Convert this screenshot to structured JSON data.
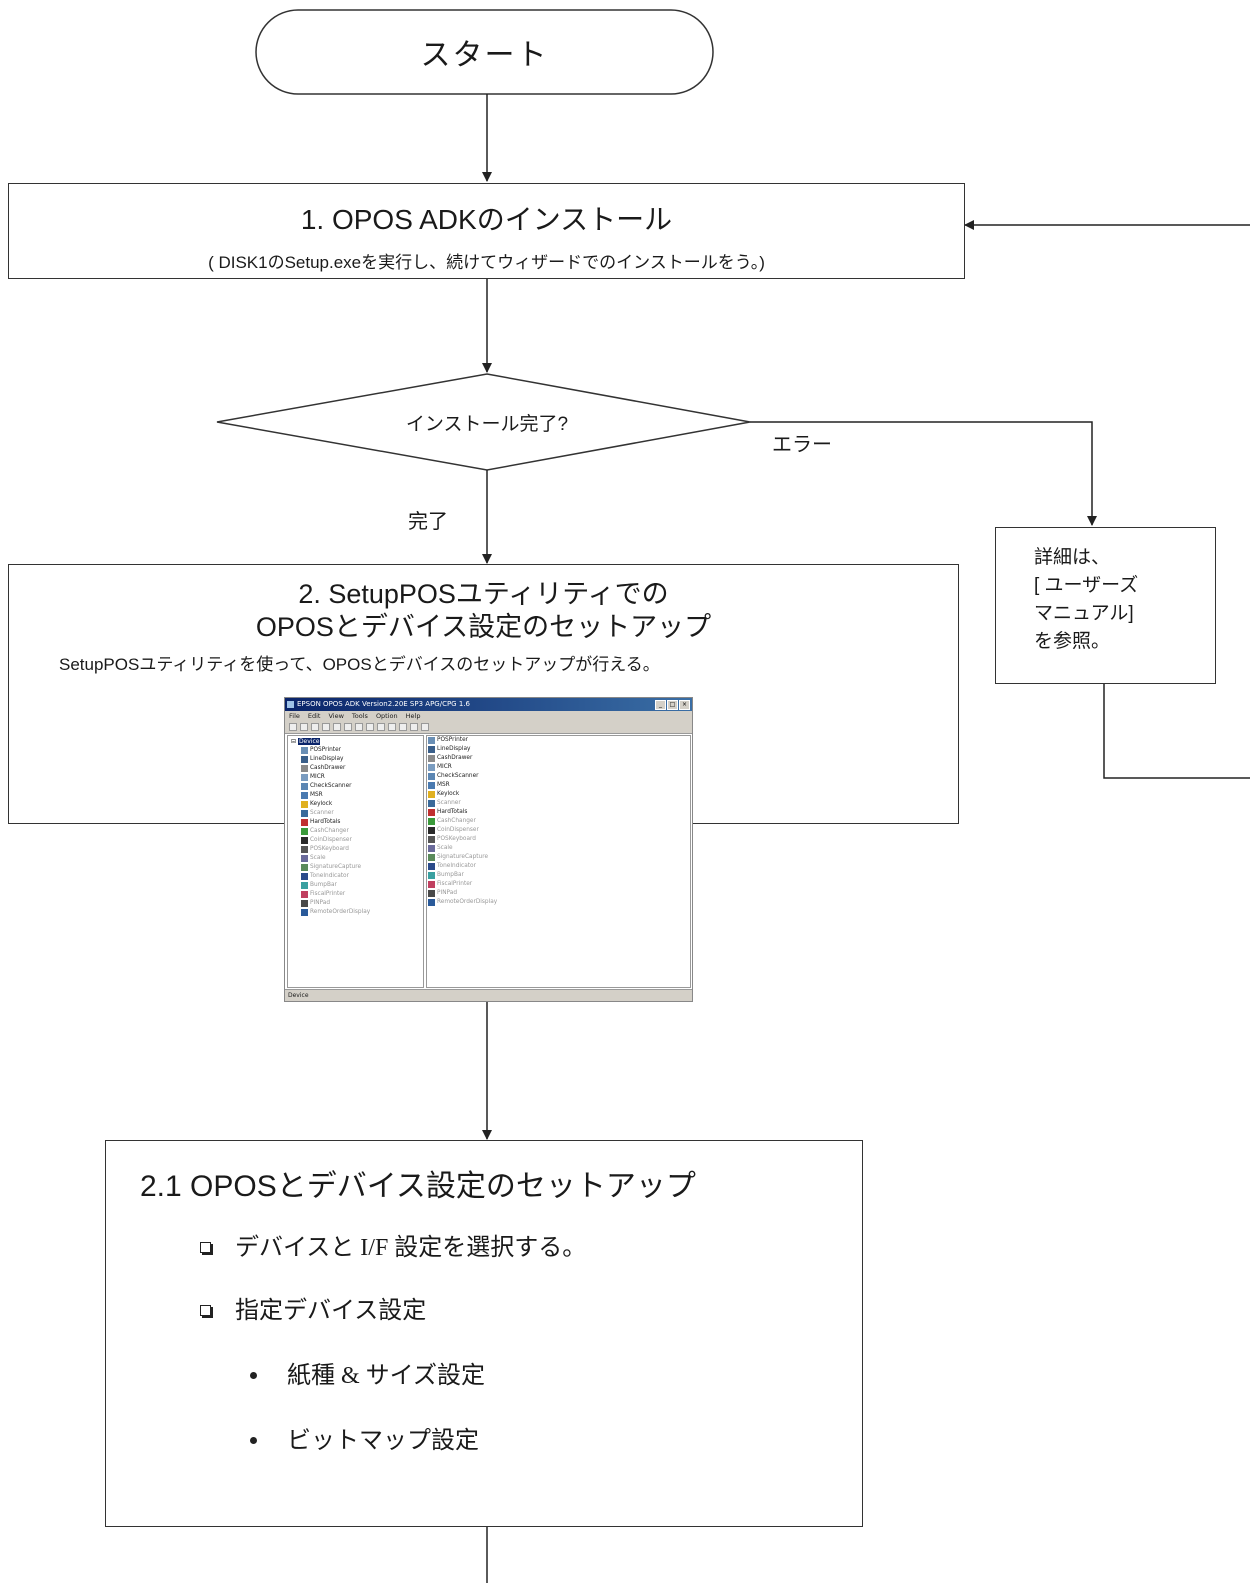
{
  "start": {
    "label": "スタート"
  },
  "step1": {
    "title": "1. OPOS ADKのインストール",
    "subtitle": "( DISK1のSetup.exeを実行し、続けてウィザードでのインストールをう。)"
  },
  "decision": {
    "question": "インストール完了?",
    "error_label": "エラー",
    "done_label": "完了"
  },
  "error_box": {
    "lines": [
      "詳細は、",
      "[ ユーザーズ",
      "マニュアル]",
      "を参照。"
    ]
  },
  "step2": {
    "title_line1": "2. SetupPOSユティリティでの",
    "title_line2": "OPOSとデバイス設定のセットアップ",
    "description": "SetupPOSユティリティを使って、OPOSとデバイスのセットアップが行える。"
  },
  "screenshot": {
    "window_title": "EPSON OPOS ADK Version2.20E SP3 APG/CPG 1.6",
    "menu": [
      "File",
      "Edit",
      "View",
      "Tools",
      "Option",
      "Help"
    ],
    "tree_root": "Device",
    "devices": [
      {
        "name": "POSPrinter",
        "enabled": true,
        "icon_color": "#6a8fb5"
      },
      {
        "name": "LineDisplay",
        "enabled": true,
        "icon_color": "#3a5f8a"
      },
      {
        "name": "CashDrawer",
        "enabled": true,
        "icon_color": "#8a8a8a"
      },
      {
        "name": "MICR",
        "enabled": true,
        "icon_color": "#7a9cc0"
      },
      {
        "name": "CheckScanner",
        "enabled": true,
        "icon_color": "#5b86b3"
      },
      {
        "name": "MSR",
        "enabled": true,
        "icon_color": "#4a7ab0"
      },
      {
        "name": "Keylock",
        "enabled": true,
        "icon_color": "#e0b020"
      },
      {
        "name": "Scanner",
        "enabled": false,
        "icon_color": "#3a6a9a"
      },
      {
        "name": "HardTotals",
        "enabled": true,
        "icon_color": "#c03030"
      },
      {
        "name": "CashChanger",
        "enabled": false,
        "icon_color": "#3a9a3a"
      },
      {
        "name": "CoinDispenser",
        "enabled": false,
        "icon_color": "#2a2a2a"
      },
      {
        "name": "POSKeyboard",
        "enabled": false,
        "icon_color": "#555555"
      },
      {
        "name": "Scale",
        "enabled": false,
        "icon_color": "#6a6a9a"
      },
      {
        "name": "SignatureCapture",
        "enabled": false,
        "icon_color": "#5a8a5a"
      },
      {
        "name": "ToneIndicator",
        "enabled": false,
        "icon_color": "#2a4a8a"
      },
      {
        "name": "BumpBar",
        "enabled": false,
        "icon_color": "#3aa0a0"
      },
      {
        "name": "FiscalPrinter",
        "enabled": false,
        "icon_color": "#c04060"
      },
      {
        "name": "PINPad",
        "enabled": false,
        "icon_color": "#4a4a4a"
      },
      {
        "name": "RemoteOrderDisplay",
        "enabled": false,
        "icon_color": "#2a5a9a"
      }
    ],
    "status": "Device"
  },
  "step21": {
    "title": "2.1 OPOSとデバイス設定のセットアップ",
    "check1": "デバイスと I/F 設定を選択する。",
    "check2": "指定デバイス設定",
    "bullet1": "紙種 & サイズ設定",
    "bullet2": "ビットマップ設定"
  }
}
